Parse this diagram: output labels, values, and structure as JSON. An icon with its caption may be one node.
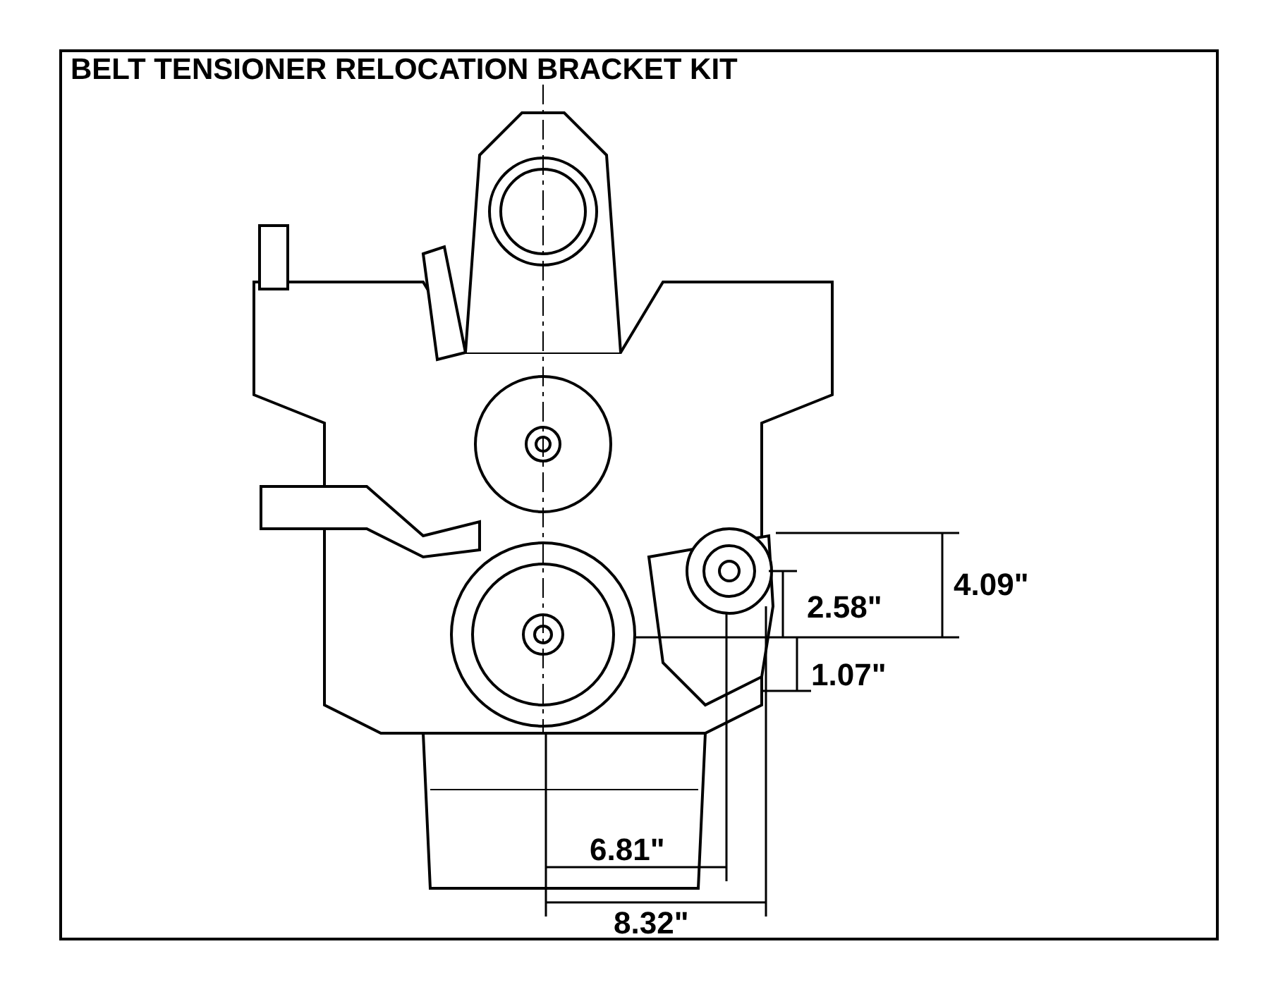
{
  "diagram": {
    "title": "BELT TENSIONER RELOCATION BRACKET KIT",
    "labels": [
      "4.09\"",
      "2.58\"",
      "1.07\"",
      "6.81\"",
      "8.32\""
    ]
  }
}
